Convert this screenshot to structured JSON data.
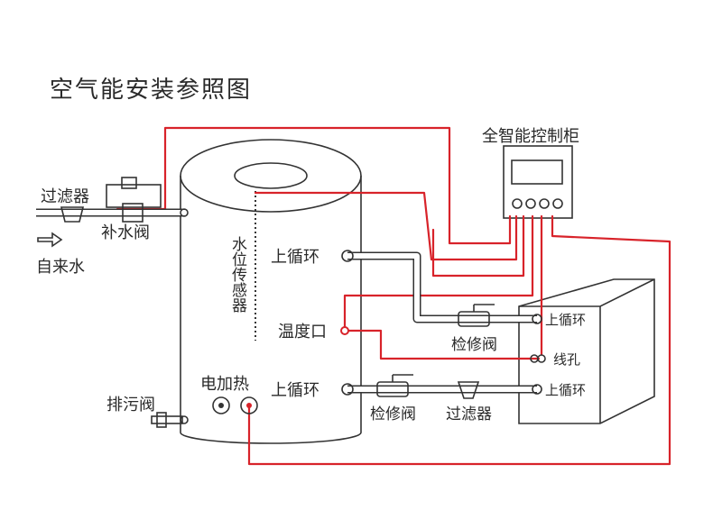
{
  "title": "空气能安装参照图",
  "control_cabinet": {
    "label": "全智能控制柜"
  },
  "inlet": {
    "filter_label": "过滤器",
    "makeup_valve_label": "补水阀",
    "tap_water_label": "自来水",
    "drain_valve_label": "排污阀"
  },
  "tank": {
    "level_sensor_label": "水位传感器",
    "upper_circulation_label": "上循环",
    "temperature_port_label": "温度口",
    "electric_heater_label": "电加热",
    "lower_circulation_label": "上循环"
  },
  "pipes": {
    "upper_service_valve_label": "检修阀",
    "lower_service_valve_label": "检修阀",
    "lower_filter_label": "过滤器"
  },
  "heat_pump": {
    "upper_port_label": "上循环",
    "wire_hole_label": "线孔",
    "lower_port_label": "上循环"
  },
  "colors": {
    "wire": "#d8232a",
    "outline": "#333333"
  }
}
